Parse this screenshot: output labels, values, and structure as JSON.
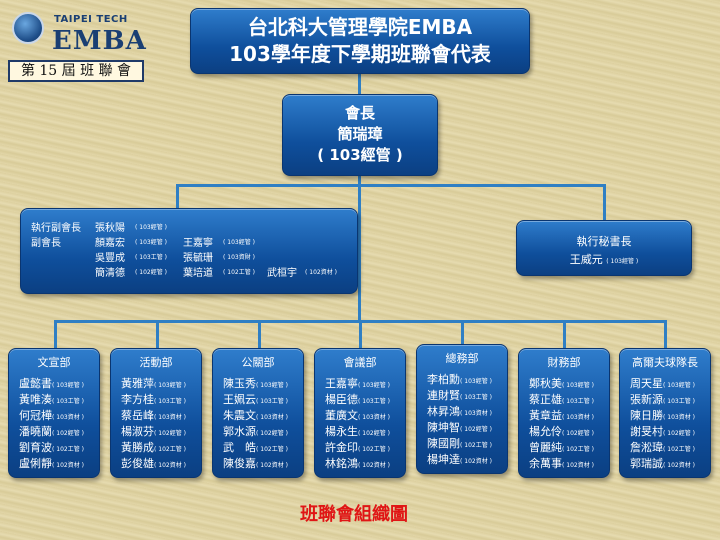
{
  "logo": {
    "top_text": "TAIPEI TECH",
    "main_text": "EMBA"
  },
  "session_badge": "第 15 屆 班 聯 會",
  "title": {
    "line1": "台北科大管理學院EMBA",
    "line2": "103學年度下學期班聯會代表"
  },
  "president": {
    "role": "會長",
    "name": "簡瑞璋",
    "class": "( 103經管 )"
  },
  "vice": {
    "exec_role": "執行副會長",
    "exec_name": "張秋陽",
    "exec_class": "( 103經管 )",
    "role": "副會長",
    "members": [
      {
        "name": "顏嘉宏",
        "class": "( 103經管 )"
      },
      {
        "name": "王嘉寧",
        "class": "( 103經管 )"
      },
      {
        "name": "吳豐成",
        "class": "( 103工管 )"
      },
      {
        "name": "張毓珊",
        "class": "( 103資財 )"
      },
      {
        "name": "簡清德",
        "class": "( 102經管 )"
      },
      {
        "name": "葉培道",
        "class": "( 102工管 )"
      },
      {
        "name": "武桓宇",
        "class": "( 102資材 )"
      }
    ]
  },
  "secretary": {
    "role": "執行秘書長",
    "name": "王威元",
    "class": "( 103經管 )"
  },
  "departments": [
    {
      "name": "文宣部",
      "members": [
        {
          "name": "盧懿書",
          "class": "( 103經管 )"
        },
        {
          "name": "黃唯湊",
          "class": "( 103工管 )"
        },
        {
          "name": "何冠樺",
          "class": "( 103資材 )"
        },
        {
          "name": "潘曉蘭",
          "class": "( 102經管 )"
        },
        {
          "name": "劉育波",
          "class": "( 102工管 )"
        },
        {
          "name": "盧俐靜",
          "class": "( 102資材 )"
        }
      ]
    },
    {
      "name": "活動部",
      "members": [
        {
          "name": "黃雅萍",
          "class": "( 103經管 )"
        },
        {
          "name": "李方桂",
          "class": "( 103工管 )"
        },
        {
          "name": "蔡岳峰",
          "class": "( 103資材 )"
        },
        {
          "name": "楊淑芬",
          "class": "( 102經管 )"
        },
        {
          "name": "黃勝成",
          "class": "( 102工管 )"
        },
        {
          "name": "彭俊雄",
          "class": "( 102資材 )"
        }
      ]
    },
    {
      "name": "公關部",
      "members": [
        {
          "name": "陳玉秀",
          "class": "( 103經管 )"
        },
        {
          "name": "王姵云",
          "class": "( 103工管 )"
        },
        {
          "name": "朱震文",
          "class": "( 103資材 )"
        },
        {
          "name": "郭水源",
          "class": "( 102經管 )"
        },
        {
          "name": "武　皓",
          "class": "( 102工管 )"
        },
        {
          "name": "陳俊嘉",
          "class": "( 102資材 )"
        }
      ]
    },
    {
      "name": "會議部",
      "members": [
        {
          "name": "王嘉寧",
          "class": "( 103經管 )"
        },
        {
          "name": "楊臣德",
          "class": "( 103工管 )"
        },
        {
          "name": "董廣文",
          "class": "( 103資材 )"
        },
        {
          "name": "楊永生",
          "class": "( 102經管 )"
        },
        {
          "name": "許金印",
          "class": "( 102工管 )"
        },
        {
          "name": "林銘鴻",
          "class": "( 102資材 )"
        }
      ]
    },
    {
      "name": "總務部",
      "members": [
        {
          "name": "李柏勳",
          "class": "( 103經管 )"
        },
        {
          "name": "連財賢",
          "class": "( 103工管 )"
        },
        {
          "name": "林昇鴻",
          "class": "( 103資材 )"
        },
        {
          "name": "陳坤智",
          "class": "( 102經管 )"
        },
        {
          "name": "陳國剛",
          "class": "( 102工管 )"
        },
        {
          "name": "楊坤達",
          "class": "( 102資材 )"
        }
      ]
    },
    {
      "name": "財務部",
      "members": [
        {
          "name": "鄭秋美",
          "class": "( 103經管 )"
        },
        {
          "name": "蔡正雄",
          "class": "( 103工管 )"
        },
        {
          "name": "黃章益",
          "class": "( 103資材 )"
        },
        {
          "name": "楊允伶",
          "class": "( 102經管 )"
        },
        {
          "name": "曾麗純",
          "class": "( 102工管 )"
        },
        {
          "name": "余萬事",
          "class": "( 102資材 )"
        }
      ]
    },
    {
      "name": "高爾夫球隊長",
      "members": [
        {
          "name": "周天星",
          "class": "( 103經管 )"
        },
        {
          "name": "張新源",
          "class": "( 103工管 )"
        },
        {
          "name": "陳日勝",
          "class": "( 103資材 )"
        },
        {
          "name": "謝旻村",
          "class": "( 102經管 )"
        },
        {
          "name": "詹淞瑋",
          "class": "( 102工管 )"
        },
        {
          "name": "郭瑞誠",
          "class": "( 102資材 )"
        }
      ]
    }
  ],
  "caption": "班聯會組織圖",
  "colors": {
    "box_blue": "#0f4f9c",
    "connector": "#2f7fc4",
    "caption_red": "#e01515"
  }
}
